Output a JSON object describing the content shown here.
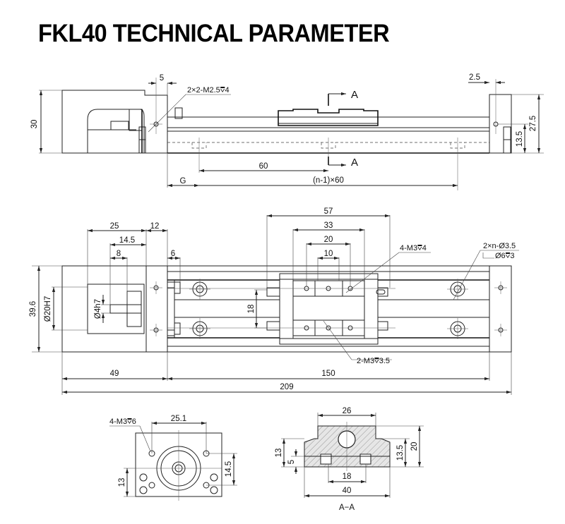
{
  "title": "FKL40 TECHNICAL PARAMETER",
  "side_view": {
    "height_total": "30",
    "offset_5": "5",
    "offset_2_5": "2.5",
    "hole_callout": "2×2-M2.5⩢4",
    "right_height": "27.5",
    "right_hole_height": "13.5",
    "pitch": "60",
    "g_label": "G",
    "pitch_n": "(n-1)×60",
    "section_mark": "A"
  },
  "top_view": {
    "width_total": "39.6",
    "bore": "Ø20H7",
    "shaft": "Ø4h7",
    "dim_25": "25",
    "dim_14_5": "14.5",
    "dim_8": "8",
    "dim_12": "12",
    "dim_6": "6",
    "dim_57": "57",
    "dim_33": "33",
    "dim_20": "20",
    "dim_10": "10",
    "dim_18": "18",
    "carriage_holes": "4-M3⩢4",
    "bottom_holes": "2-M3⩢3.5",
    "mount_holes_line1": "2×n-Ø3.5",
    "mount_holes_line2": "Ø6⩢3",
    "dim_49": "49",
    "dim_150": "150",
    "dim_209": "209"
  },
  "end_view": {
    "motor_holes": "4-M3⩢6",
    "dim_25_1": "25.1",
    "dim_14_5": "14.5",
    "dim_13": "13"
  },
  "section_view": {
    "dim_26": "26",
    "dim_13": "13",
    "dim_5": "5",
    "dim_13_5": "13.5",
    "dim_20": "20",
    "dim_18": "18",
    "dim_40": "40",
    "label": "A−A"
  }
}
